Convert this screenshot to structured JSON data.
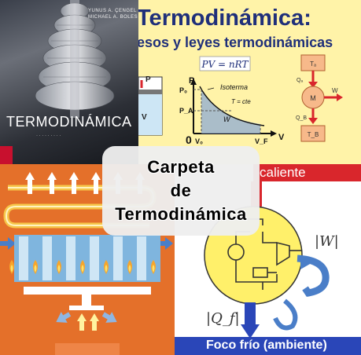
{
  "book_cover": {
    "authors": [
      "YUNUS A. ÇENGEL",
      "MICHAEL A. BOLES"
    ],
    "title": "TERMODINÁMICA"
  },
  "banner": {
    "title": "Termodinámica:",
    "subtitle": "esos y leyes termodinámicas",
    "formula": "PV = nRT",
    "isotherm_label": "Isoterma",
    "isotherm_condition": "T = cte",
    "work_label": "W",
    "p_axis": "P",
    "v_axis": "V",
    "origin": "0",
    "p_ticks": [
      "P₀",
      "P_A"
    ],
    "v_ticks": [
      "V₀",
      "V_F"
    ],
    "piston_labels": [
      "P",
      "V"
    ],
    "engine_labels": [
      "Tₐ",
      "Qₐ",
      "M",
      "W",
      "Q_B",
      "T_B"
    ]
  },
  "engine_diagram": {
    "hot_reservoir": "caliente",
    "cold_reservoir": "Foco frío (ambiente)",
    "work": "|W|",
    "heat_out": "|Q_f|"
  },
  "badge": {
    "lines": [
      "Carpeta",
      "de",
      "Termodinámica"
    ]
  },
  "colors": {
    "banner_bg": "#fff3a8",
    "banner_text": "#1f2f7a",
    "hot": "#d9262c",
    "cold": "#2a46b8",
    "exchanger_bg": "#e4702a"
  }
}
